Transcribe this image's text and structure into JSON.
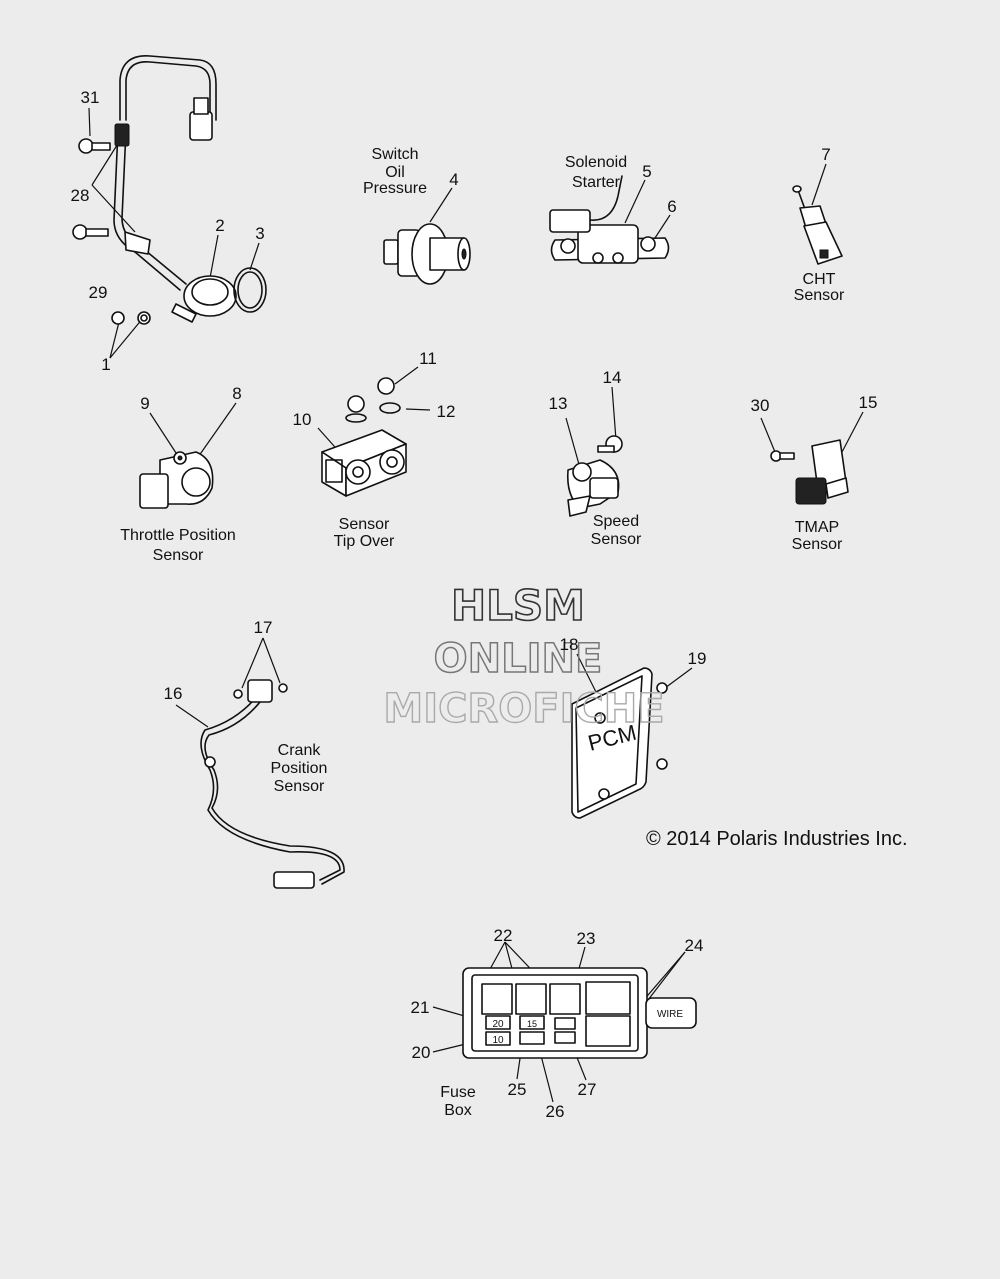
{
  "watermark": {
    "line1": "HLSM",
    "line2": "ONLINE",
    "line3": "MICROFICHE"
  },
  "copyright": "© 2014 Polaris Industries Inc.",
  "captions": {
    "oil_pressure": [
      "Switch",
      "Oil",
      "Pressure"
    ],
    "starter": [
      "Solenoid",
      "Starter"
    ],
    "cht": [
      "CHT",
      "Sensor"
    ],
    "throttle": [
      "Throttle Position",
      "Sensor"
    ],
    "tip_over": [
      "Sensor",
      "Tip Over"
    ],
    "speed": [
      "Speed",
      "Sensor"
    ],
    "tmap": [
      "TMAP",
      "Sensor"
    ],
    "crank": [
      "Crank",
      "Position",
      "Sensor"
    ],
    "fuse_box": [
      "Fuse",
      "Box"
    ]
  },
  "part_labels": {
    "pcm": "PCM",
    "wire": "WIRE",
    "fuse_20": "20",
    "fuse_10": "10",
    "fuse_15": "15"
  },
  "callouts": {
    "c1": "1",
    "c2": "2",
    "c3": "3",
    "c4": "4",
    "c5": "5",
    "c6": "6",
    "c7": "7",
    "c8": "8",
    "c9": "9",
    "c10": "10",
    "c11": "11",
    "c12": "12",
    "c13": "13",
    "c14": "14",
    "c15": "15",
    "c16": "16",
    "c17": "17",
    "c18": "18",
    "c19": "19",
    "c20": "20",
    "c21": "21",
    "c22": "22",
    "c23": "23",
    "c24": "24",
    "c25": "25",
    "c26": "26",
    "c27": "27",
    "c28": "28",
    "c29": "29",
    "c30": "30",
    "c31": "31"
  }
}
